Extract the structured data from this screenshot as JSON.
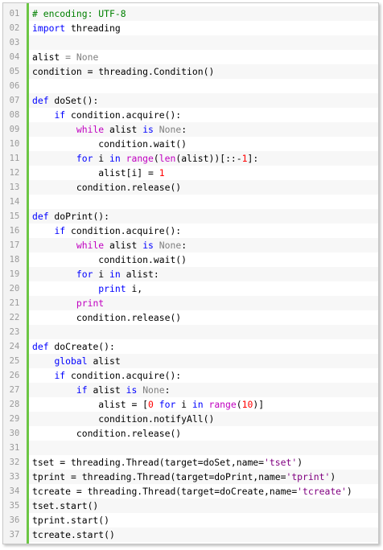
{
  "lines": [
    {
      "n": "01",
      "t": [
        {
          "c": "cm",
          "s": "# encoding: UTF-8"
        }
      ]
    },
    {
      "n": "02",
      "t": [
        {
          "c": "kw",
          "s": "import"
        },
        {
          "c": "",
          "s": " threading"
        }
      ]
    },
    {
      "n": "03",
      "t": []
    },
    {
      "n": "04",
      "t": [
        {
          "c": "",
          "s": "alist "
        },
        {
          "c": "nn",
          "s": "="
        },
        {
          "c": "",
          "s": " "
        },
        {
          "c": "nn",
          "s": "None"
        }
      ]
    },
    {
      "n": "05",
      "t": [
        {
          "c": "",
          "s": "condition = threading.Condition()"
        }
      ]
    },
    {
      "n": "06",
      "t": []
    },
    {
      "n": "07",
      "t": [
        {
          "c": "kw",
          "s": "def"
        },
        {
          "c": "",
          "s": " doSet():"
        }
      ]
    },
    {
      "n": "08",
      "t": [
        {
          "c": "",
          "s": "    "
        },
        {
          "c": "kw",
          "s": "if"
        },
        {
          "c": "",
          "s": " condition.acquire():"
        }
      ]
    },
    {
      "n": "09",
      "t": [
        {
          "c": "",
          "s": "        "
        },
        {
          "c": "pk",
          "s": "while"
        },
        {
          "c": "",
          "s": " alist "
        },
        {
          "c": "kw",
          "s": "is"
        },
        {
          "c": "",
          "s": " "
        },
        {
          "c": "nn",
          "s": "None"
        },
        {
          "c": "",
          "s": ":"
        }
      ]
    },
    {
      "n": "10",
      "t": [
        {
          "c": "",
          "s": "            condition.wait()"
        }
      ]
    },
    {
      "n": "11",
      "t": [
        {
          "c": "",
          "s": "        "
        },
        {
          "c": "kw",
          "s": "for"
        },
        {
          "c": "",
          "s": " i "
        },
        {
          "c": "kw",
          "s": "in"
        },
        {
          "c": "",
          "s": " "
        },
        {
          "c": "pk",
          "s": "range"
        },
        {
          "c": "",
          "s": "("
        },
        {
          "c": "pk",
          "s": "len"
        },
        {
          "c": "",
          "s": "(alist))[::-"
        },
        {
          "c": "num",
          "s": "1"
        },
        {
          "c": "",
          "s": "]:"
        }
      ]
    },
    {
      "n": "12",
      "t": [
        {
          "c": "",
          "s": "            alist[i] = "
        },
        {
          "c": "num",
          "s": "1"
        }
      ]
    },
    {
      "n": "13",
      "t": [
        {
          "c": "",
          "s": "        condition.release()"
        }
      ]
    },
    {
      "n": "14",
      "t": []
    },
    {
      "n": "15",
      "t": [
        {
          "c": "kw",
          "s": "def"
        },
        {
          "c": "",
          "s": " doPrint():"
        }
      ]
    },
    {
      "n": "16",
      "t": [
        {
          "c": "",
          "s": "    "
        },
        {
          "c": "kw",
          "s": "if"
        },
        {
          "c": "",
          "s": " condition.acquire():"
        }
      ]
    },
    {
      "n": "17",
      "t": [
        {
          "c": "",
          "s": "        "
        },
        {
          "c": "pk",
          "s": "while"
        },
        {
          "c": "",
          "s": " alist "
        },
        {
          "c": "kw",
          "s": "is"
        },
        {
          "c": "",
          "s": " "
        },
        {
          "c": "nn",
          "s": "None"
        },
        {
          "c": "",
          "s": ":"
        }
      ]
    },
    {
      "n": "18",
      "t": [
        {
          "c": "",
          "s": "            condition.wait()"
        }
      ]
    },
    {
      "n": "19",
      "t": [
        {
          "c": "",
          "s": "        "
        },
        {
          "c": "kw",
          "s": "for"
        },
        {
          "c": "",
          "s": " i "
        },
        {
          "c": "kw",
          "s": "in"
        },
        {
          "c": "",
          "s": " alist:"
        }
      ]
    },
    {
      "n": "20",
      "t": [
        {
          "c": "",
          "s": "            "
        },
        {
          "c": "kw",
          "s": "print"
        },
        {
          "c": "",
          "s": " i,"
        }
      ]
    },
    {
      "n": "21",
      "t": [
        {
          "c": "",
          "s": "        "
        },
        {
          "c": "pk",
          "s": "print"
        }
      ]
    },
    {
      "n": "22",
      "t": [
        {
          "c": "",
          "s": "        condition.release()"
        }
      ]
    },
    {
      "n": "23",
      "t": []
    },
    {
      "n": "24",
      "t": [
        {
          "c": "kw",
          "s": "def"
        },
        {
          "c": "",
          "s": " doCreate():"
        }
      ]
    },
    {
      "n": "25",
      "t": [
        {
          "c": "",
          "s": "    "
        },
        {
          "c": "kw",
          "s": "global"
        },
        {
          "c": "",
          "s": " alist"
        }
      ]
    },
    {
      "n": "26",
      "t": [
        {
          "c": "",
          "s": "    "
        },
        {
          "c": "kw",
          "s": "if"
        },
        {
          "c": "",
          "s": " condition.acquire():"
        }
      ]
    },
    {
      "n": "27",
      "t": [
        {
          "c": "",
          "s": "        "
        },
        {
          "c": "kw",
          "s": "if"
        },
        {
          "c": "",
          "s": " alist "
        },
        {
          "c": "kw",
          "s": "is"
        },
        {
          "c": "",
          "s": " "
        },
        {
          "c": "nn",
          "s": "None"
        },
        {
          "c": "",
          "s": ":"
        }
      ]
    },
    {
      "n": "28",
      "t": [
        {
          "c": "",
          "s": "            alist = ["
        },
        {
          "c": "num",
          "s": "0"
        },
        {
          "c": "",
          "s": " "
        },
        {
          "c": "kw",
          "s": "for"
        },
        {
          "c": "",
          "s": " i "
        },
        {
          "c": "kw",
          "s": "in"
        },
        {
          "c": "",
          "s": " "
        },
        {
          "c": "pk",
          "s": "range"
        },
        {
          "c": "",
          "s": "("
        },
        {
          "c": "num",
          "s": "10"
        },
        {
          "c": "",
          "s": ")]"
        }
      ]
    },
    {
      "n": "29",
      "t": [
        {
          "c": "",
          "s": "            condition.notifyAll()"
        }
      ]
    },
    {
      "n": "30",
      "t": [
        {
          "c": "",
          "s": "        condition.release()"
        }
      ]
    },
    {
      "n": "31",
      "t": []
    },
    {
      "n": "32",
      "t": [
        {
          "c": "",
          "s": "tset = threading.Thread(target=doSet,name="
        },
        {
          "c": "str",
          "s": "'tset'"
        },
        {
          "c": "",
          "s": ")"
        }
      ]
    },
    {
      "n": "33",
      "t": [
        {
          "c": "",
          "s": "tprint = threading.Thread(target=doPrint,name="
        },
        {
          "c": "str",
          "s": "'tprint'"
        },
        {
          "c": "",
          "s": ")"
        }
      ]
    },
    {
      "n": "34",
      "t": [
        {
          "c": "",
          "s": "tcreate = threading.Thread(target=doCreate,name="
        },
        {
          "c": "str",
          "s": "'tcreate'"
        },
        {
          "c": "",
          "s": ")"
        }
      ]
    },
    {
      "n": "35",
      "t": [
        {
          "c": "",
          "s": "tset.start()"
        }
      ]
    },
    {
      "n": "36",
      "t": [
        {
          "c": "",
          "s": "tprint.start()"
        }
      ]
    },
    {
      "n": "37",
      "t": [
        {
          "c": "",
          "s": "tcreate.start()"
        }
      ]
    }
  ]
}
